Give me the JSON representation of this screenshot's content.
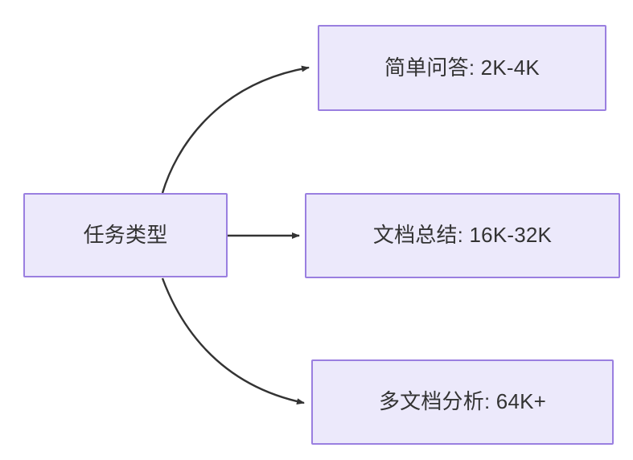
{
  "diagram": {
    "type": "flowchart",
    "direction": "left-to-right",
    "background_color": "#ffffff",
    "node_fill_color": "#ece9fb",
    "node_border_color": "#9a7fe0",
    "node_text_color": "#333333",
    "edge_color": "#333333",
    "nodes": [
      {
        "id": "root",
        "label": "任务类型"
      },
      {
        "id": "simple_qa",
        "label": "简单问答: 2K-4K"
      },
      {
        "id": "doc_summary",
        "label": "文档总结: 16K-32K"
      },
      {
        "id": "multi_doc",
        "label": "多文档分析: 64K+"
      }
    ],
    "edges": [
      {
        "from": "root",
        "to": "simple_qa",
        "style": "curved",
        "arrow": "single"
      },
      {
        "from": "root",
        "to": "doc_summary",
        "style": "straight",
        "arrow": "single"
      },
      {
        "from": "root",
        "to": "multi_doc",
        "style": "curved",
        "arrow": "single"
      }
    ]
  }
}
